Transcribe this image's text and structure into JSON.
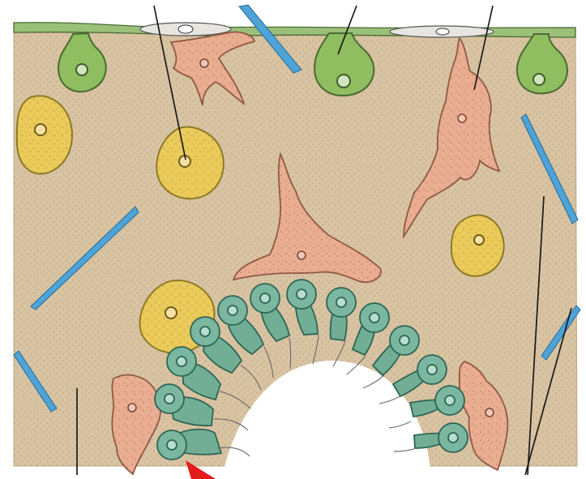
{
  "figure": {
    "colors": {
      "background": "#ffffff",
      "neuropil": "#d8c3a2",
      "neuropil_texture": "#bfa681",
      "pia_green": "#9bc07a",
      "pia_outline": "#4a6a33",
      "microglia": "#e9ad91",
      "microglia_outline": "#8f5a45",
      "oligodendrocyte": "#eaca5a",
      "oligodendrocyte_outline": "#8e7a26",
      "astrocyte": "#7ab6a0",
      "astrocyte_outline": "#2e6656",
      "capillary": "#4fa3d6",
      "endothelial": "#e7e5e0",
      "pointer": "#e41b1b",
      "leader_line": "#1a1a1a"
    },
    "structures": [
      {
        "id": "neuropil",
        "kind": "tissue background"
      },
      {
        "id": "pia-glial-membrane",
        "kind": "surface layer"
      },
      {
        "id": "ependymal-cells",
        "kind": "cell cluster"
      },
      {
        "id": "microglia",
        "kind": "cells"
      },
      {
        "id": "oligodendrocytes",
        "kind": "cells"
      },
      {
        "id": "astrocyte-endfeet",
        "kind": "cells"
      },
      {
        "id": "capillaries",
        "kind": "vessels"
      },
      {
        "id": "leader-lines",
        "kind": "annotation"
      },
      {
        "id": "pointer",
        "kind": "annotation"
      }
    ]
  }
}
